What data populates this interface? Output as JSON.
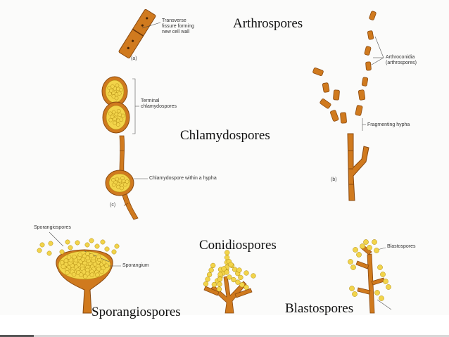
{
  "titles": {
    "arthrospores": "Arthrospores",
    "chlamydospores": "Chlamydospores",
    "conidiospores": "Conidiospores",
    "sporangiospores": "Sporangiospores",
    "blastospores": "Blastospores"
  },
  "panel_a": {
    "letter": "(a)",
    "label_line1": "Transverse",
    "label_line2": "fissure forming",
    "label_line3": "new cell wall"
  },
  "panel_b": {
    "letter": "(b)",
    "arthroconidia_line1": "Arthroconidia",
    "arthroconidia_line2": "(arthrospores)",
    "fragmenting": "Fragmenting hypha"
  },
  "panel_c": {
    "letter": "(c)",
    "terminal_line1": "Terminal",
    "terminal_line2": "chlamydospores",
    "within": "Chlamydospore within a hypha"
  },
  "sporangium_panel": {
    "sporangiospores_label": "Sporangiospores",
    "sporangium_label": "Sporangium"
  },
  "blastospore_panel": {
    "label": "Blastospores"
  },
  "colors": {
    "hypha": "#d07a1e",
    "hypha_outline": "#8a4a10",
    "spore": "#f2d44a",
    "spore_outline": "#b08a10",
    "background": "#fbfbfa"
  }
}
